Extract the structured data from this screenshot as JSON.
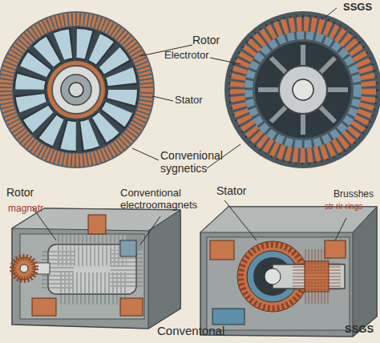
{
  "diagram": {
    "labels": [
      "SSGS",
      "Rotor",
      "Electrotor",
      "Stator",
      "Convenional sygnetics",
      "Rotor",
      "Stator",
      "Conventional electroomagnets",
      "Brusshes",
      "magnatr",
      "str rir rings",
      "Conventonal",
      "SSGS"
    ]
  }
}
